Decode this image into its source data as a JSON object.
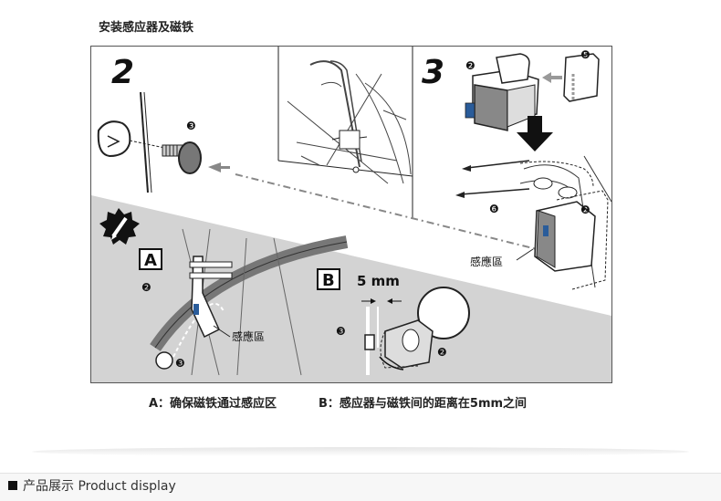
{
  "page": {
    "title": "安装感应器及磁铁"
  },
  "figure": {
    "step2": "2",
    "step3": "3",
    "box_a": "A",
    "box_b": "B",
    "gap_label": "5 mm",
    "sensor_zone_label_a": "感應區",
    "sensor_zone_label_3": "感應區",
    "callouts": {
      "n2": "❷",
      "n3": "❸",
      "n5": "❺",
      "n6": "❻"
    }
  },
  "captions": {
    "a": "A：确保磁铁通过感应区",
    "b": "B：感应器与磁铁间的距离在5mm之间"
  },
  "footer": {
    "label": "产品展示 Product display"
  }
}
